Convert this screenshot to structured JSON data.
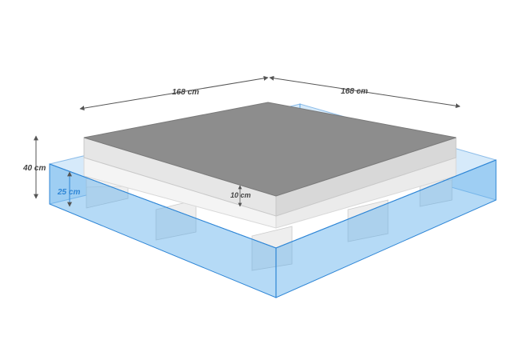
{
  "dimensions": {
    "length_left": "168 cm",
    "length_right": "168 cm",
    "total_height": "40 cm",
    "water_depth": "25 cm",
    "mattress_thickness": "10 cm"
  },
  "colors": {
    "mattress_top": "#8d8d8d",
    "mattress_side_light": "#e6e6e6",
    "mattress_side_mid": "#d8d8d8",
    "foam_layer": "#f4f4f4",
    "support_block": "#eeeeee",
    "water_fill": "#5aacea",
    "water_edge": "#2f86d6",
    "dimension_line": "#555555"
  }
}
